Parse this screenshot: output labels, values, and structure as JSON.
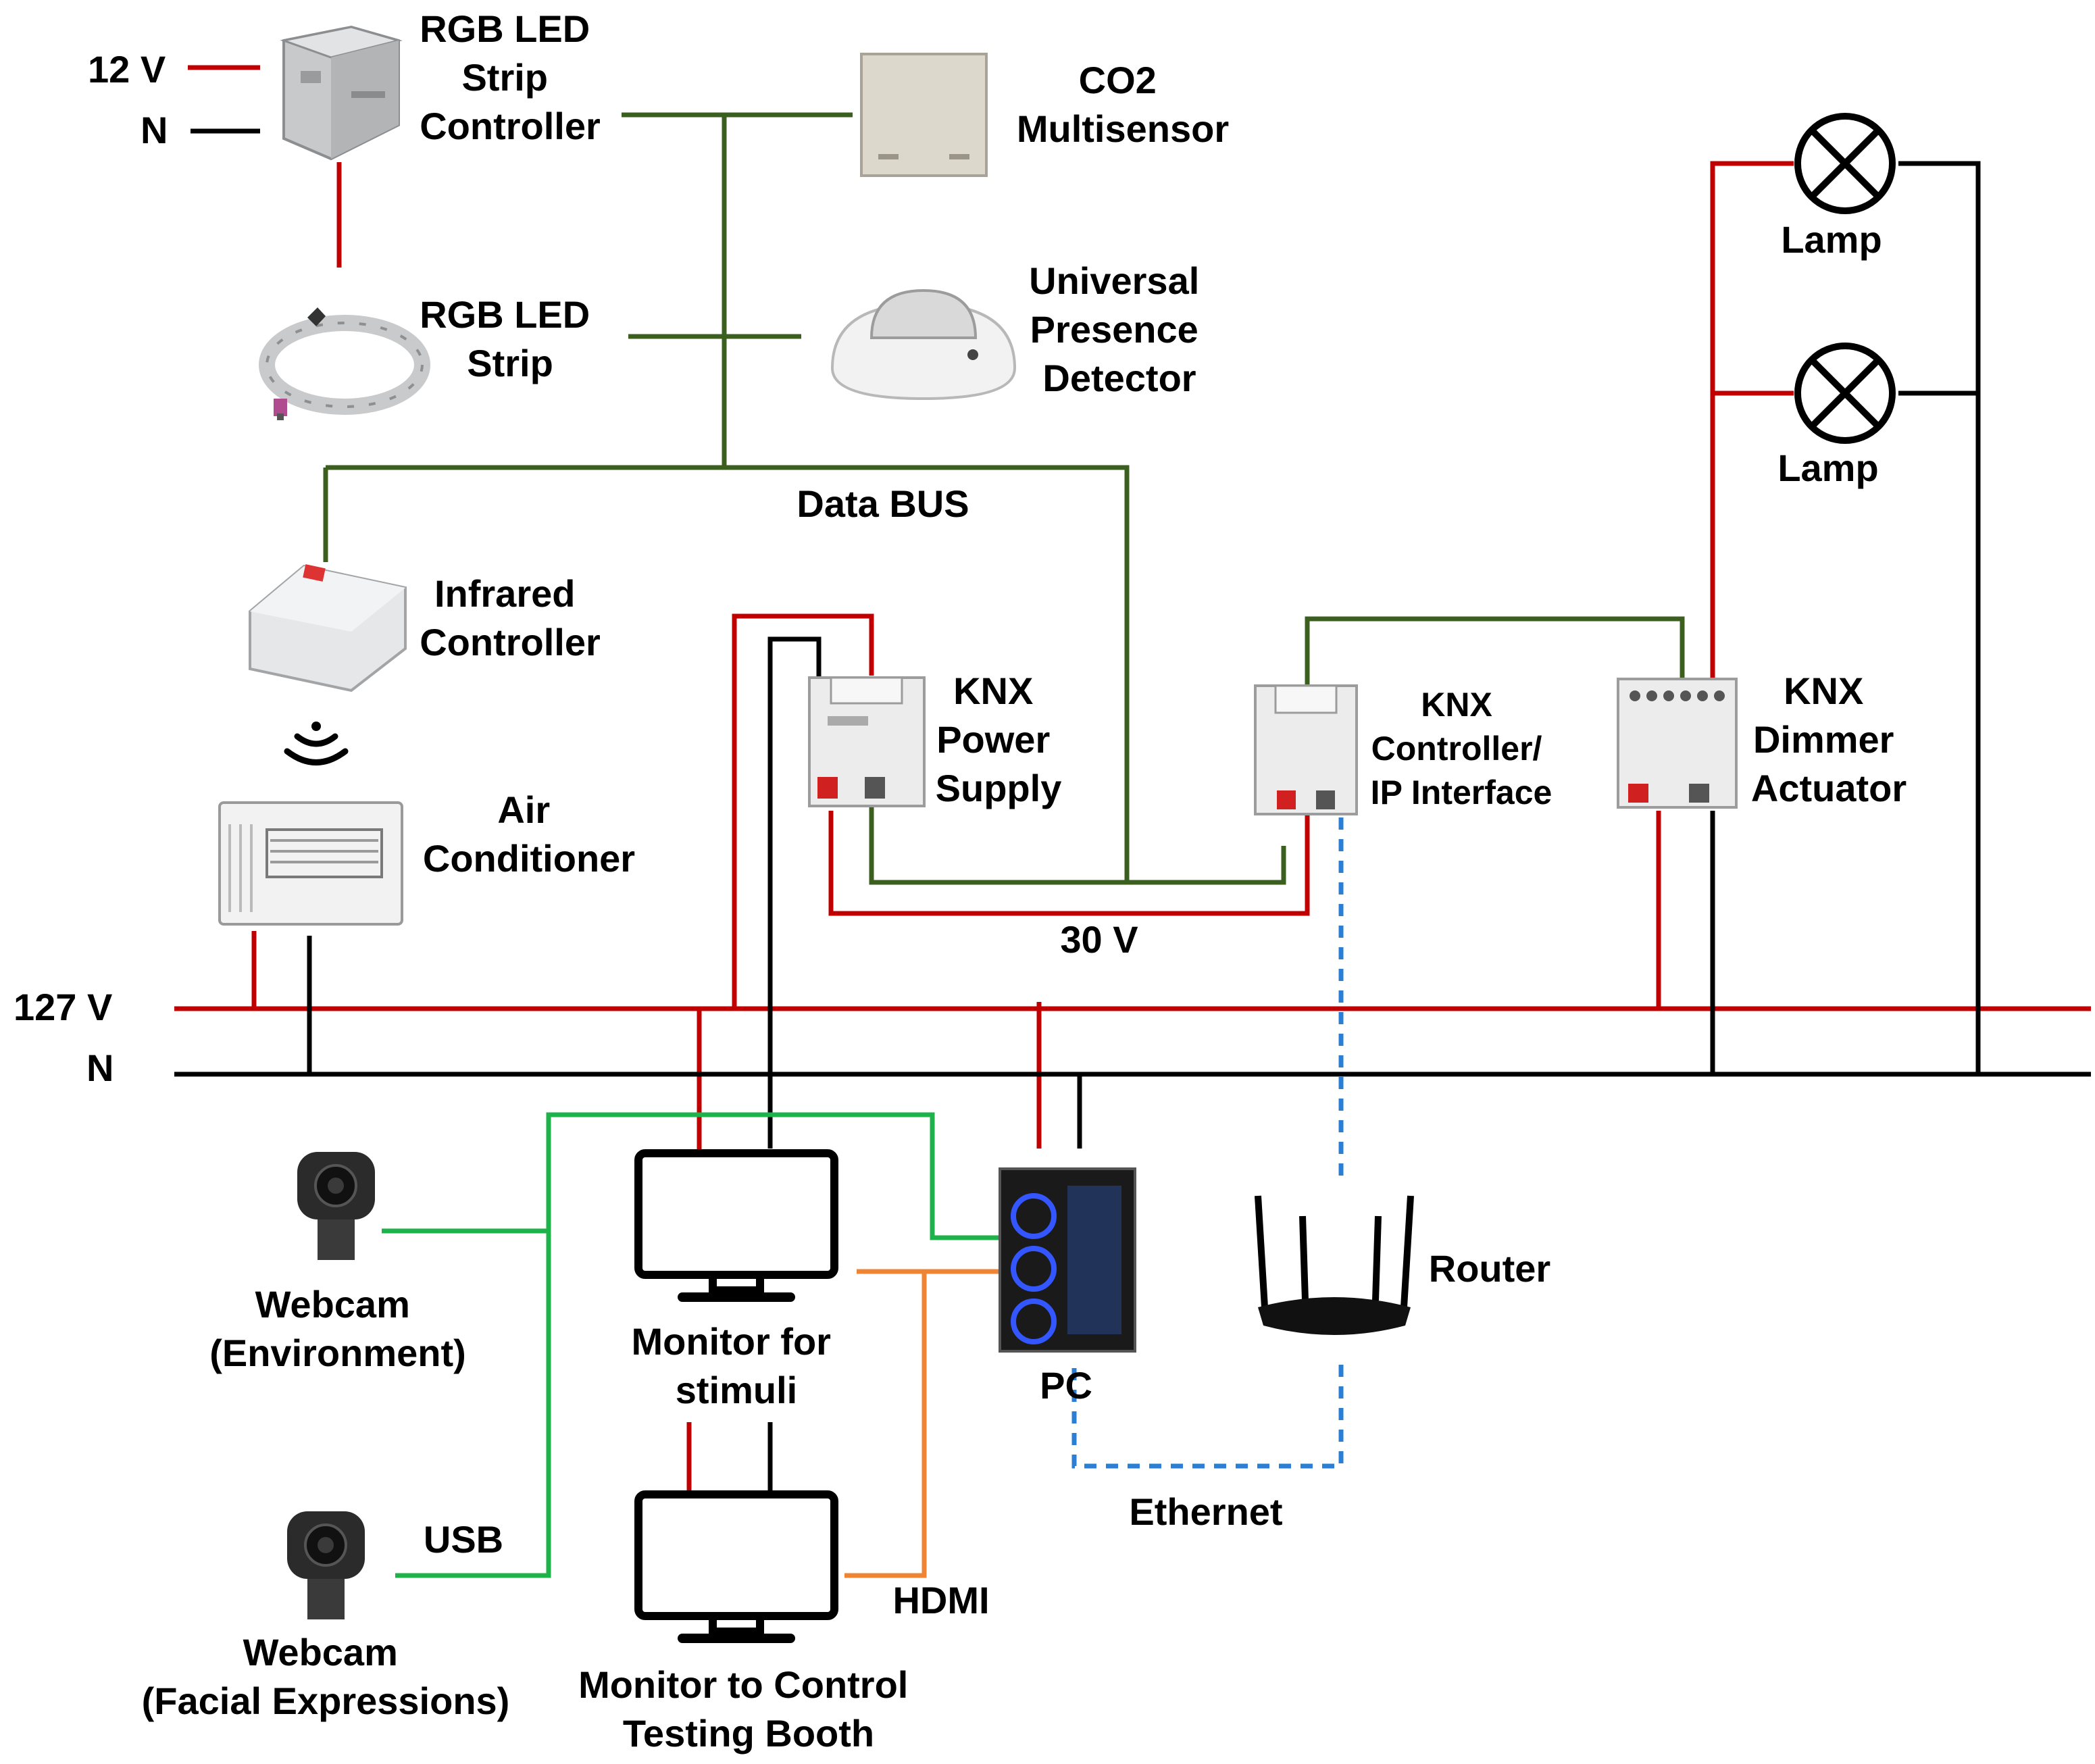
{
  "colors": {
    "phase": "#c00000",
    "neutral": "#000000",
    "bus": "#3b5f1f",
    "usb": "#1db34a",
    "hdmi": "#ee8434",
    "ethernet": "#2a7fd4"
  },
  "labels": {
    "v12": "12 V",
    "n_top": "N",
    "rgb_controller": [
      "RGB LED",
      "Strip",
      "Controller"
    ],
    "rgb_strip": [
      "RGB LED",
      "Strip"
    ],
    "co2": [
      "CO2",
      "Multisensor"
    ],
    "presence": [
      "Universal",
      "Presence",
      "Detector"
    ],
    "data_bus": "Data BUS",
    "infrared": [
      "Infrared",
      "Controller"
    ],
    "air_conditioner": [
      "Air",
      "Conditioner"
    ],
    "knx_power": [
      "KNX",
      "Power",
      "Supply"
    ],
    "knx_controller": [
      "KNX",
      "Controller/",
      "IP Interface"
    ],
    "knx_dimmer": [
      "KNX",
      "Dimmer",
      "Actuator"
    ],
    "lamp1": "Lamp",
    "lamp2": "Lamp",
    "v30": "30 V",
    "v127": "127 V",
    "n_main": "N",
    "webcam_env": [
      "Webcam",
      "(Environment)"
    ],
    "webcam_face": [
      "Webcam",
      "(Facial Expressions)"
    ],
    "usb": "USB",
    "monitor_stimuli": [
      "Monitor for",
      "stimuli"
    ],
    "monitor_control": [
      "Monitor to Control",
      "Testing Booth"
    ],
    "hdmi": "HDMI",
    "pc": "PC",
    "router": "Router",
    "ethernet": "Ethernet"
  },
  "icons": {
    "rgb_controller": "rgb-controller-icon",
    "rgb_strip": "led-strip-icon",
    "co2": "co2-sensor-icon",
    "presence": "presence-detector-icon",
    "infrared": "infrared-controller-icon",
    "wireless": "wireless-signal-icon",
    "air_conditioner": "air-conditioner-icon",
    "knx_power": "knx-power-supply-icon",
    "knx_controller": "knx-ip-interface-icon",
    "knx_dimmer": "knx-dimmer-icon",
    "lamp": "lamp-icon",
    "webcam": "webcam-icon",
    "monitor": "monitor-icon",
    "pc": "pc-tower-icon",
    "router": "router-icon"
  }
}
